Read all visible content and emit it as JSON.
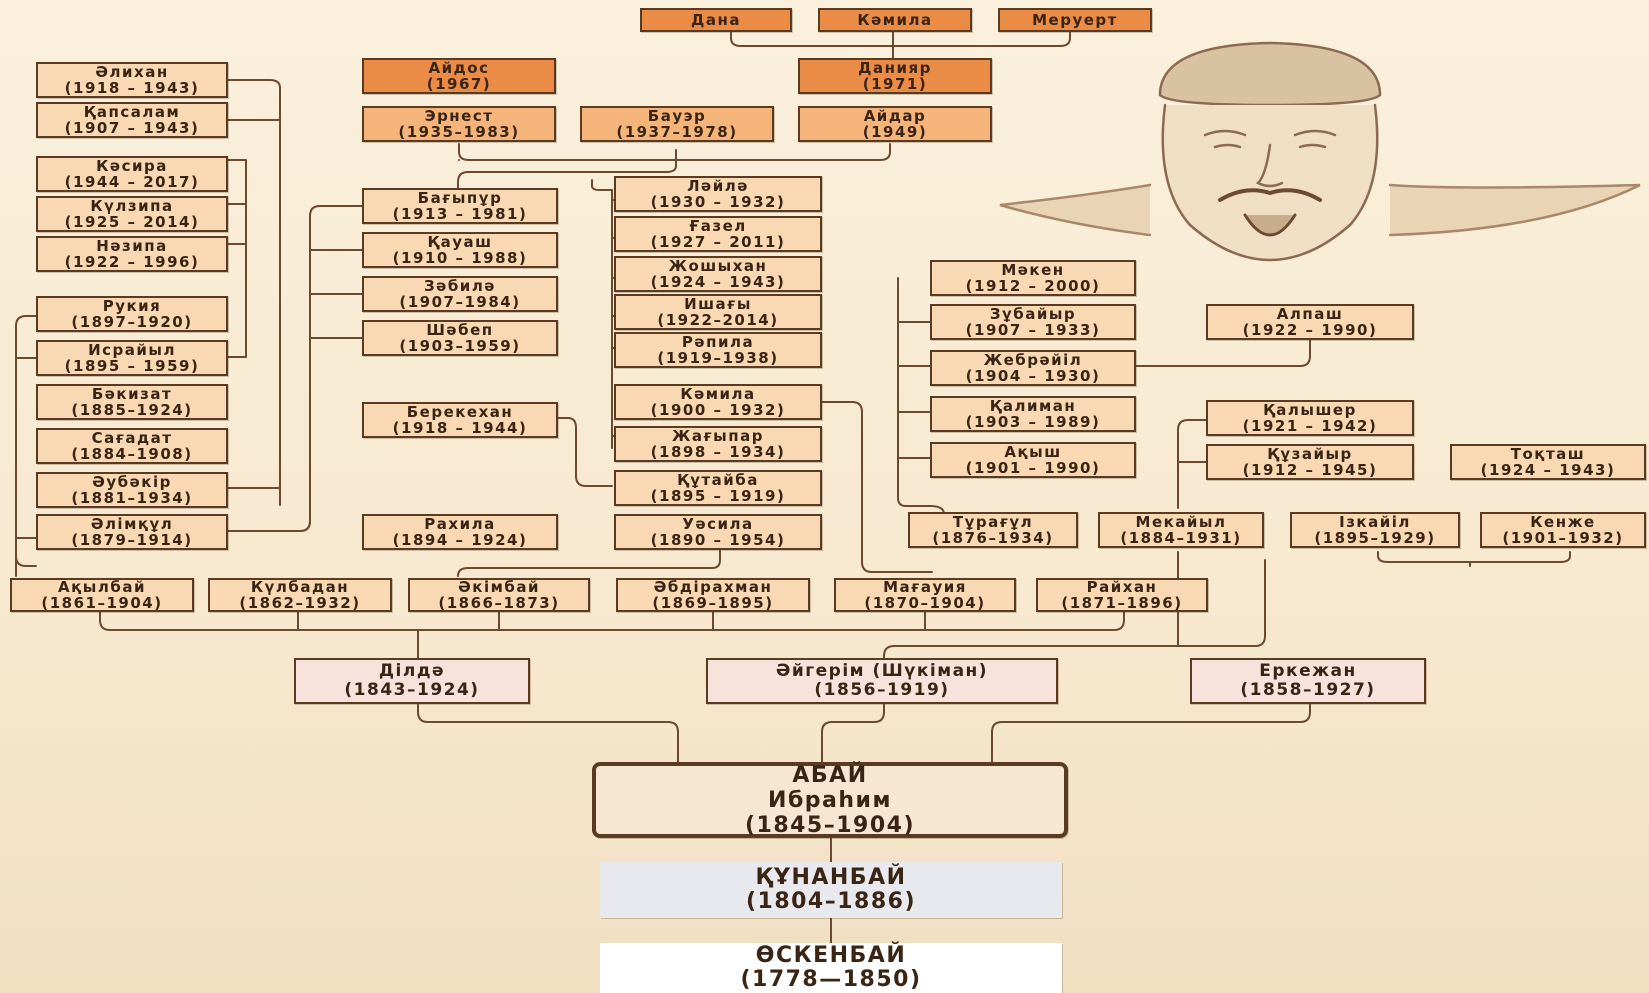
{
  "root": {
    "name": "АБАЙ",
    "second": "Ибраһим",
    "years": "(1845–1904)"
  },
  "ancestors": [
    {
      "name": "ҚҰНАНБАЙ",
      "years": "(1804–1886)"
    },
    {
      "name": "ӨСКЕНБАЙ",
      "years": "(1778—1850)"
    }
  ],
  "wives": [
    {
      "name": "Ділдә",
      "years": "(1843–1924)"
    },
    {
      "name": "Әйгерім (Шүкіман)",
      "years": "(1856–1919)"
    },
    {
      "name": "Еркежан",
      "years": "(1858–1927)"
    }
  ],
  "children_dilda": [
    {
      "name": "Ақылбай",
      "years": "(1861–1904)"
    },
    {
      "name": "Күлбадан",
      "years": "(1862–1932)"
    },
    {
      "name": "Әкімбай",
      "years": "(1866–1873)"
    },
    {
      "name": "Әбдірахман",
      "years": "(1869–1895)"
    },
    {
      "name": "Мағауия",
      "years": "(1870–1904)"
    },
    {
      "name": "Райхан",
      "years": "(1871–1896)"
    }
  ],
  "children_aigerim": [
    {
      "name": "Тұрағұл",
      "years": "(1876–1934)"
    },
    {
      "name": "Мекайыл",
      "years": "(1884–1931)"
    }
  ],
  "children_erkezhan": [
    {
      "name": "Ізкайіл",
      "years": "(1895–1929)"
    },
    {
      "name": "Кенже",
      "years": "(1901–1932)"
    }
  ],
  "col_left": [
    {
      "name": "Әлихан",
      "years": "(1918 – 1943)"
    },
    {
      "name": "Қапсалам",
      "years": "(1907 – 1943)"
    },
    {
      "name": "Кәсира",
      "years": "(1944 – 2017)"
    },
    {
      "name": "Күлзипа",
      "years": "(1925 – 2014)"
    },
    {
      "name": "Нәзипа",
      "years": "(1922 – 1996)"
    },
    {
      "name": "Рукия",
      "years": "(1897–1920)"
    },
    {
      "name": "Исрайыл",
      "years": "(1895 – 1959)"
    },
    {
      "name": "Бәкизат",
      "years": "(1885–1924)"
    },
    {
      "name": "Сағадат",
      "years": "(1884–1908)"
    },
    {
      "name": "Әубәкір",
      "years": "(1881–1934)"
    },
    {
      "name": "Әлімқұл",
      "years": "(1879–1914)"
    }
  ],
  "col_mid": [
    {
      "name": "Бағыпұр",
      "years": "(1913 – 1981)"
    },
    {
      "name": "Қауаш",
      "years": "(1910 – 1988)"
    },
    {
      "name": "Зәбилә",
      "years": "(1907–1984)"
    },
    {
      "name": "Шәбеп",
      "years": "(1903–1959)"
    },
    {
      "name": "Берекехан",
      "years": "(1918 – 1944)"
    },
    {
      "name": "Рахила",
      "years": "(1894 – 1924)"
    }
  ],
  "top_row": [
    {
      "name": "Дана"
    },
    {
      "name": "Кәмила"
    },
    {
      "name": "Меруерт"
    }
  ],
  "mid_top": [
    {
      "name": "Айдос",
      "years": "(1967)"
    },
    {
      "name": "Данияр",
      "years": "(1971)"
    },
    {
      "name": "Эрнест",
      "years": "(1935–1983)"
    },
    {
      "name": "Бауэр",
      "years": "(1937–1978)"
    },
    {
      "name": "Айдар",
      "years": "(1949)"
    }
  ],
  "col_right_mid": [
    {
      "name": "Ләйлә",
      "years": "(1930 – 1932)"
    },
    {
      "name": "Ғазел",
      "years": "(1927 – 2011)"
    },
    {
      "name": "Жошыхан",
      "years": "(1924 – 1943)"
    },
    {
      "name": "Ишағы",
      "years": "(1922–2014)"
    },
    {
      "name": "Рәпила",
      "years": "(1919–1938)"
    },
    {
      "name": "Кәмила",
      "years": "(1900 – 1932)"
    },
    {
      "name": "Жағыпар",
      "years": "(1898 – 1934)"
    },
    {
      "name": "Құтайба",
      "years": "(1895 – 1919)"
    },
    {
      "name": "Уәсила",
      "years": "(1890 – 1954)"
    }
  ],
  "col_right": [
    {
      "name": "Мәкен",
      "years": "(1912 – 2000)"
    },
    {
      "name": "Зұбайыр",
      "years": "(1907 – 1933)"
    },
    {
      "name": "Жебрәйіл",
      "years": "(1904 – 1930)"
    },
    {
      "name": "Қалиман",
      "years": "(1903 – 1989)"
    },
    {
      "name": "Ақыш",
      "years": "(1901 – 1990)"
    }
  ],
  "col_far_right": [
    {
      "name": "Алпаш",
      "years": "(1922 – 1990)"
    },
    {
      "name": "Қалышер",
      "years": "(1921 – 1942)"
    },
    {
      "name": "Құзайыр",
      "years": "(1912 – 1945)"
    },
    {
      "name": "Тоқташ",
      "years": "(1924 – 1943)"
    }
  ],
  "colors": {
    "line": "#6b4a30",
    "dark": "#ea8c46",
    "medium": "#f5b57a",
    "light": "#f9d9b3",
    "wife": "#f9e1dc"
  }
}
